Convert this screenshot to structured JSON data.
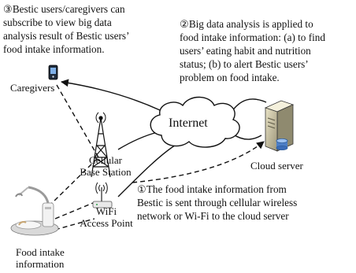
{
  "notes": {
    "subscribe": [
      "③Bestic users/caregivers can",
      "subscribe to view big data",
      "analysis result of Bestic users’",
      "food intake information."
    ],
    "analysis": [
      "②Big data analysis is applied to",
      "food intake information: (a) to find",
      "users’ eating habit and nutrition",
      "status; (b) to alert Bestic users’",
      "problem on food intake."
    ],
    "transmit": [
      "①The food intake information from",
      "Bestic is sent through cellular wireless",
      "network or Wi-Fi to the cloud server"
    ]
  },
  "labels": {
    "caregivers": "Caregivers",
    "internet": "Internet",
    "cloud_server": "Cloud server",
    "base_station": [
      "Cellular",
      "Base Station"
    ],
    "wifi": [
      "WiFi",
      "Access Point"
    ],
    "food_info": [
      "Food intake",
      "information"
    ]
  },
  "icons": [
    "phone-icon",
    "cloud-icon",
    "server-icon",
    "cell-tower-icon",
    "wifi-router-icon",
    "bestic-device-icon"
  ]
}
